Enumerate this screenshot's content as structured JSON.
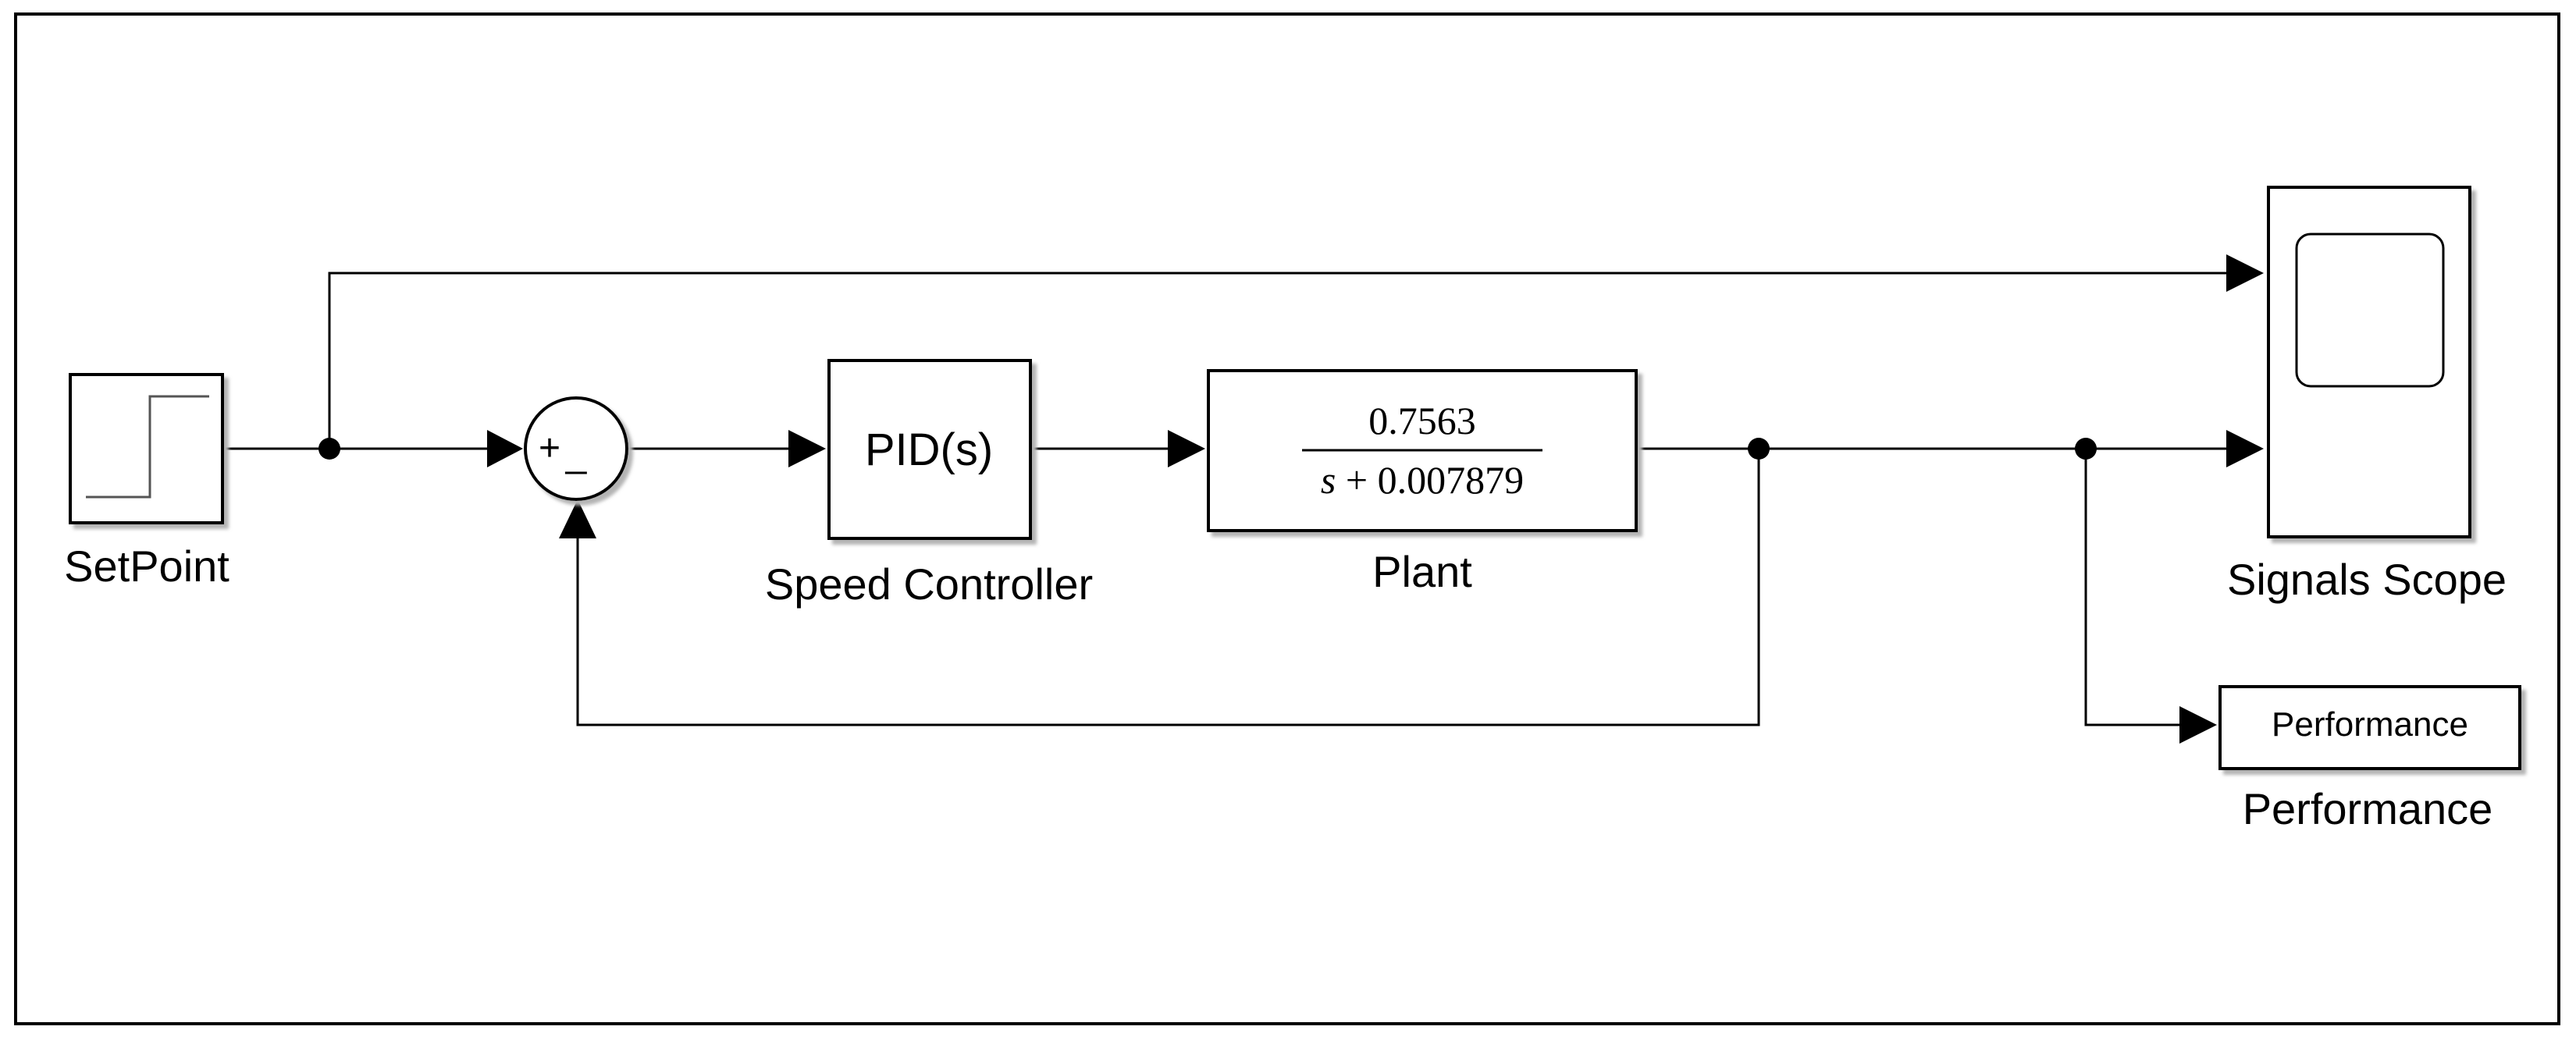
{
  "colors": {
    "background": "#ffffff",
    "line": "#000000",
    "block_fill": "#ffffff",
    "shadow": "#b4b4b4"
  },
  "blocks": {
    "setpoint": {
      "label": "SetPoint",
      "icon": "step-signal-icon"
    },
    "sum": {
      "plus": "+",
      "minus": "_"
    },
    "controller": {
      "text": "PID(s)",
      "label": "Speed Controller"
    },
    "plant": {
      "numerator": "0.7563",
      "denominator_var": "s",
      "denominator_rest": " + 0.007879",
      "label": "Plant"
    },
    "scope": {
      "label": "Signals Scope",
      "icon": "scope-screen-icon"
    },
    "performance": {
      "text": "Performance",
      "label": "Performance"
    }
  }
}
